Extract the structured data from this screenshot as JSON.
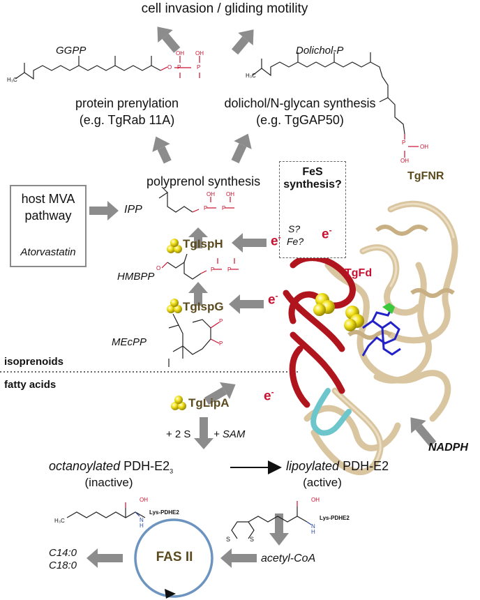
{
  "top": {
    "outcome": "cell invasion / gliding motility",
    "ggpp_label": "GGPP",
    "dolichol_label": "Dolichol-P",
    "prenylation_title": "protein prenylation",
    "prenylation_example": "(e.g. TgRab 11A)",
    "dolichol_title": "dolichol/N-glycan synthesis",
    "dolichol_example": "(e.g. TgGAP50)"
  },
  "host_box": {
    "line1": "host MVA",
    "line2": "pathway",
    "inhibitor": "Atorvastatin"
  },
  "fes_box": {
    "line1": "FeS",
    "line2": "synthesis?",
    "s_label": "S?",
    "fe_label": "Fe?",
    "electron": "e",
    "electron_sup": "-"
  },
  "middle": {
    "polyprenol": "polyprenol synthesis",
    "ipp": "IPP",
    "ispH": "TgIspH",
    "hmbpp": "HMBPP",
    "ispG": "TgIspG",
    "mecpp": "MEcPP",
    "electron": "e",
    "electron_sup": "-"
  },
  "protein": {
    "fnr": "TgFNR",
    "fd": "TgFd",
    "nadph": "NADPH"
  },
  "sections": {
    "isoprenoids": "isoprenoids",
    "fatty_acids": "fatty acids"
  },
  "bottom": {
    "lipA": "TgLipA",
    "cofactor_s": "+ 2 S",
    "cofactor_sam": "+ SAM",
    "octanoylated": "octanoylated",
    "pdh_e2": "PDH-E2",
    "pdh_sub": "3",
    "inactive": "(inactive)",
    "lipoylated": "lipoylated",
    "active": "(active)",
    "acetyl_coa": "acetyl-CoA",
    "fas": "FAS II",
    "c14": "C14:0",
    "c18": "C18:0",
    "lys_pdhe2": "Lys-PDHE2"
  },
  "chem_atoms": {
    "oh": "OH",
    "o": "O",
    "p": "P",
    "h3c": "H₃C",
    "n": "N",
    "h": "H",
    "s": "S"
  },
  "colors": {
    "arrow": "#8c8c8c",
    "red_text": "#c8102e",
    "brown_text": "#5a4a1e",
    "fes_yellow": "#f2e21b",
    "fas_ring": "#6c94bf",
    "ribbon_tan": "#d9c6a0",
    "ribbon_red": "#b0141c",
    "ribbon_cyan": "#6cc6cc",
    "ligand_blue": "#2222c8"
  }
}
